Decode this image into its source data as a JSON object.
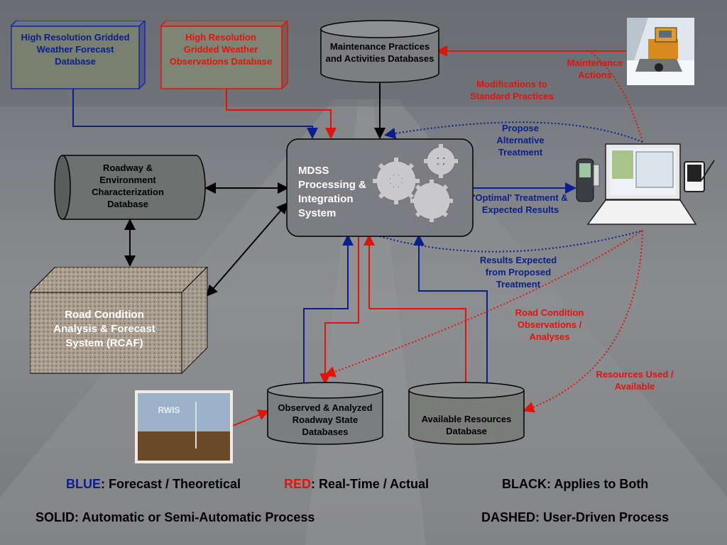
{
  "nodes": {
    "forecast_db": "High Resolution Gridded Weather Forecast Database",
    "obs_db": "High Resolution Gridded Weather Observations Database",
    "maint_db": "Maintenance Practices and Activities Databases",
    "roadway_db": "Roadway & Environment Characterization Database",
    "rcaf": "Road Condition Analysis & Forecast System (RCAF)",
    "mdss": "MDSS Processing & Integration System",
    "observed_db": "Observed & Analyzed Roadway State Databases",
    "resources_db": "Available Resources Database",
    "rwis": "RWIS"
  },
  "edges": {
    "maintenance_actions": "Maintenance Actions",
    "modifications": "Modifications to Standard Practices",
    "propose": "Propose Alternative Treatment",
    "optimal": "'Optimal' Treatment & Expected Results",
    "results_expected": "Results Expected from Proposed Treatment",
    "road_condition_obs": "Road Condition Observations / Analyses",
    "resources_used": "Resources Used / Available"
  },
  "legend": {
    "blue_word": "BLUE",
    "blue_text": ":  Forecast / Theoretical",
    "red_word": "RED",
    "red_text": ":  Real-Time / Actual",
    "black_text": "BLACK: Applies to Both",
    "solid_text": "SOLID:  Automatic or Semi-Automatic Process",
    "dashed_text": "DASHED:  User-Driven Process"
  },
  "colors": {
    "blue": "#0a1e8c",
    "red": "#e0140c",
    "black": "#000000"
  }
}
